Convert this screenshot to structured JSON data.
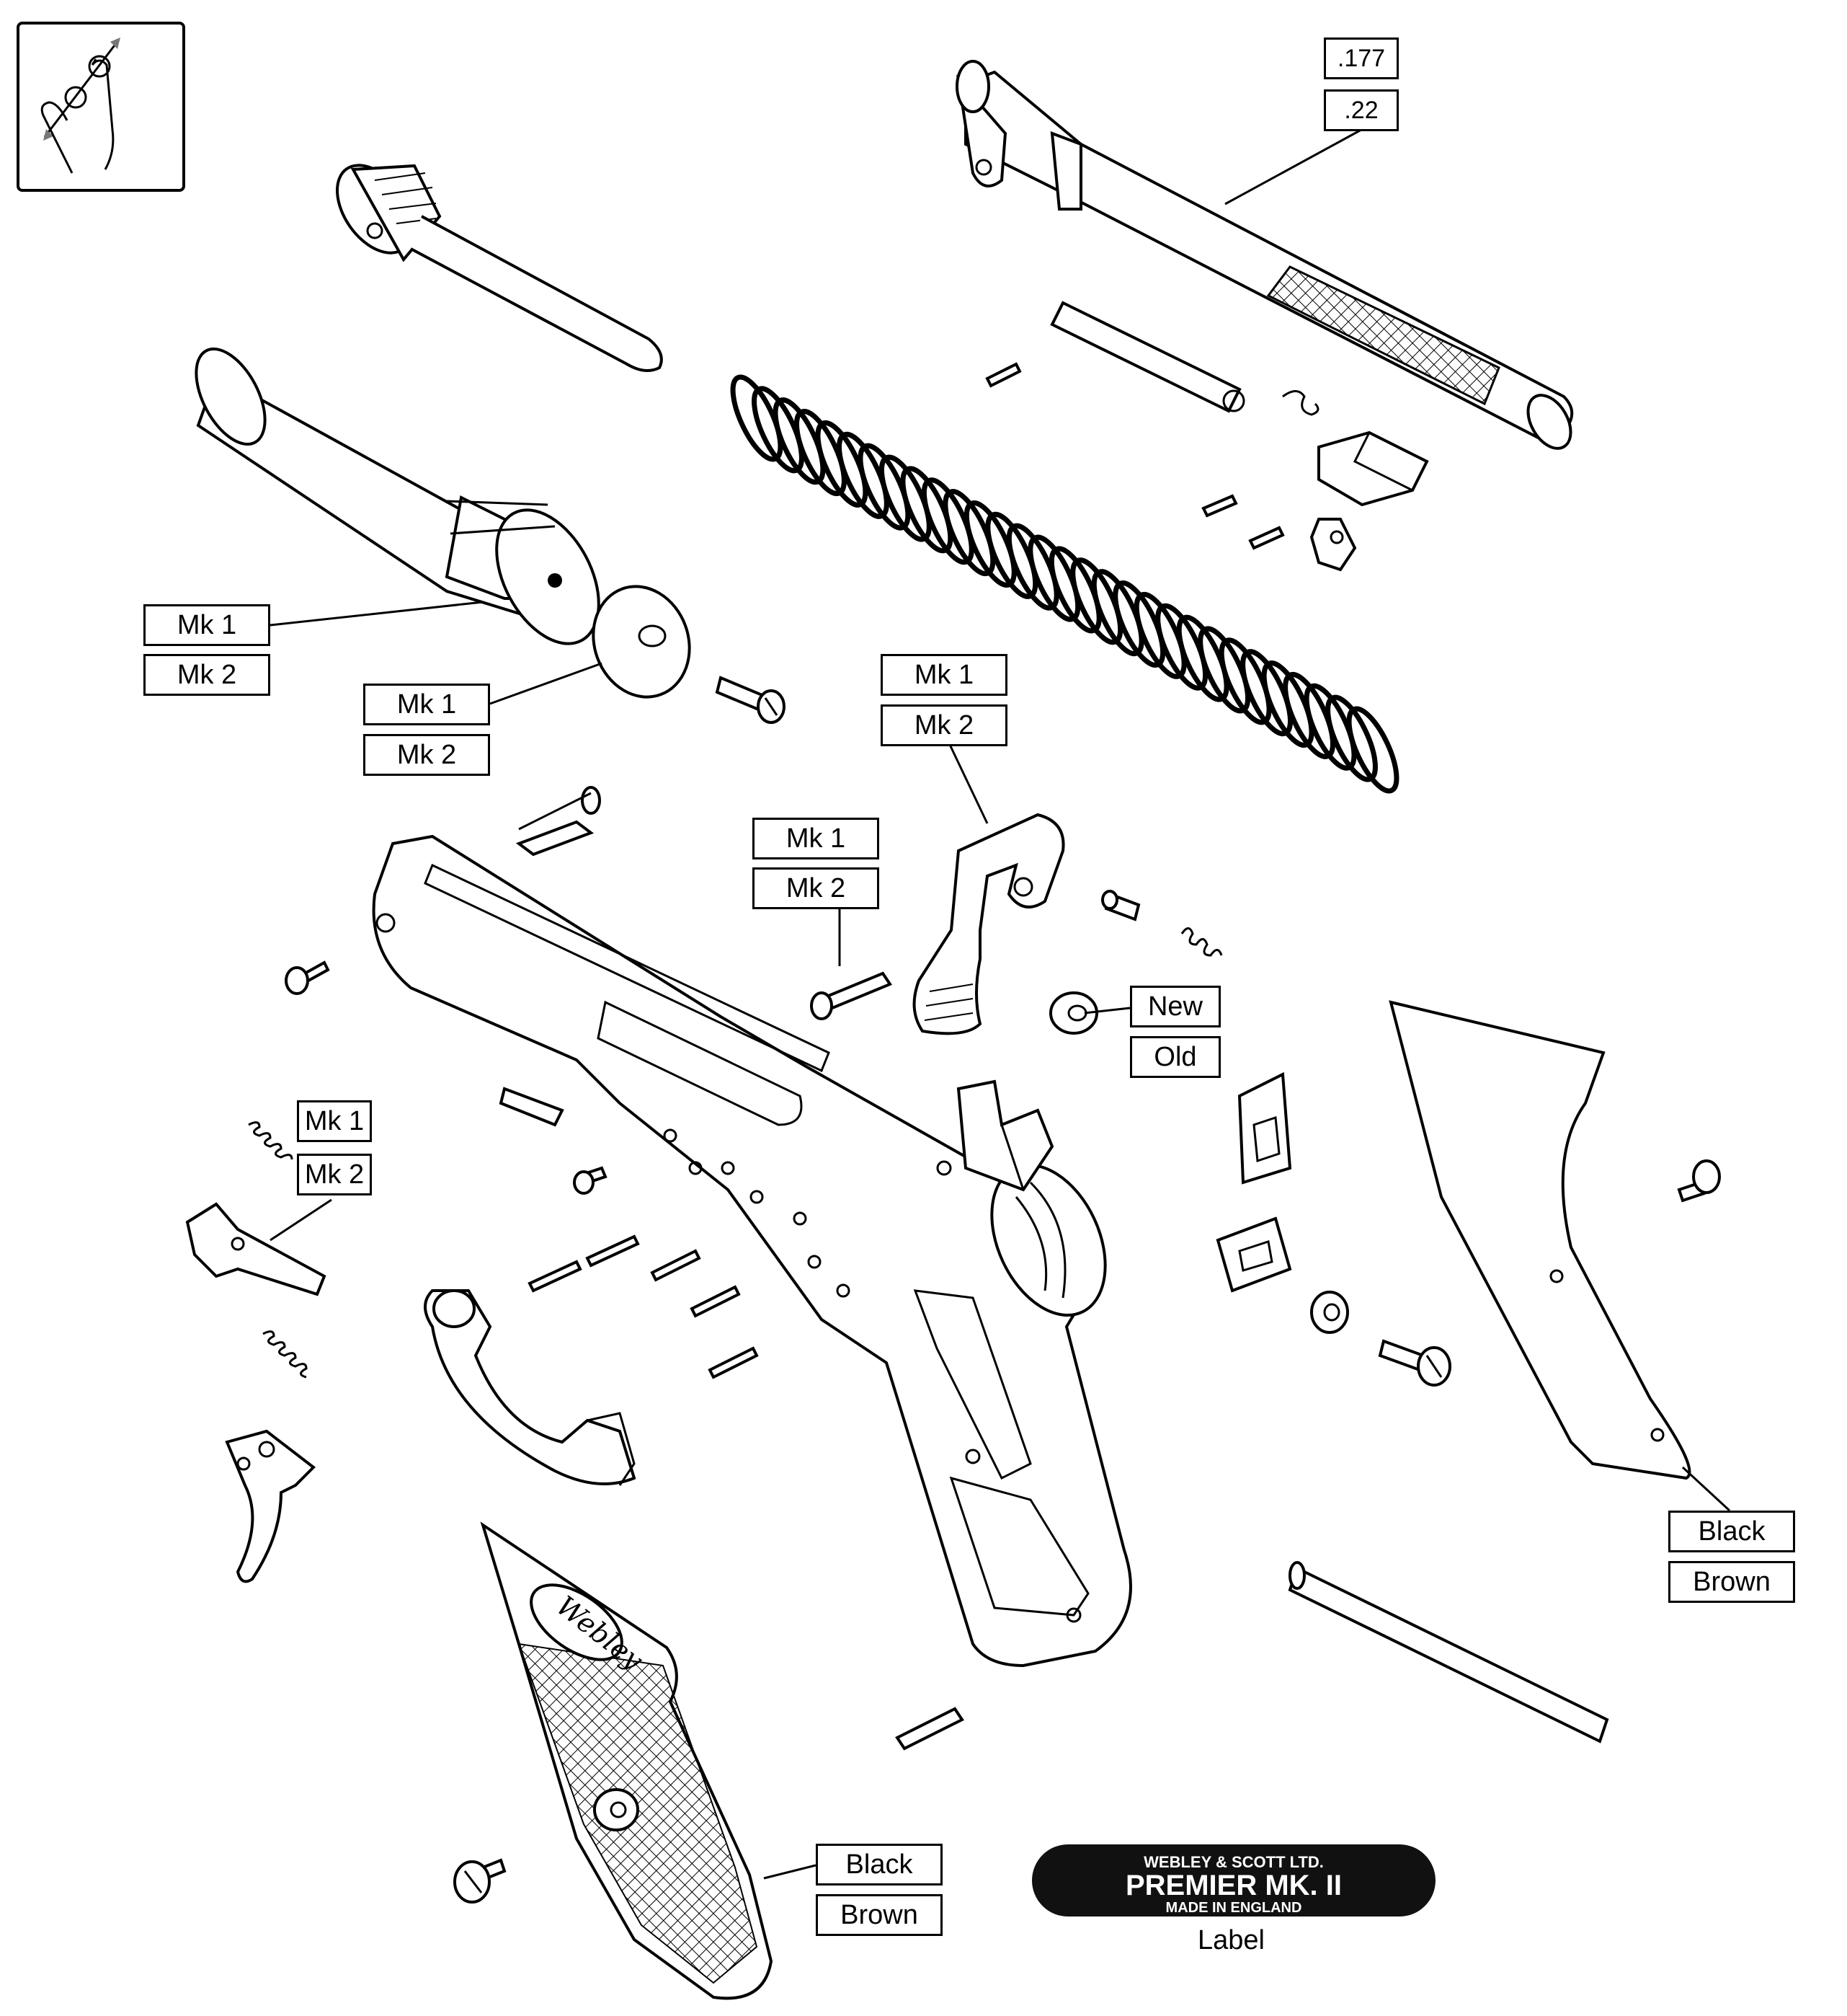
{
  "labels": {
    "barrel_177": ".177",
    "barrel_22": ".22",
    "piston_mk1": "Mk 1",
    "piston_mk2": "Mk 2",
    "washer_mk1": "Mk 1",
    "washer_mk2": "Mk 2",
    "cocking_lever_mk1": "Mk 1",
    "cocking_lever_mk2": "Mk 2",
    "pivot_screw_mk1": "Mk 1",
    "pivot_screw_mk2": "Mk 2",
    "sear_mk1": "Mk 1",
    "sear_mk2": "Mk 2",
    "bush_new": "New",
    "bush_old": "Old",
    "right_grip_black": "Black",
    "right_grip_brown": "Brown",
    "left_grip_black": "Black",
    "left_grip_brown": "Brown"
  },
  "name_plate": {
    "line1": "WEBLEY & SCOTT LTD.",
    "line2": "PREMIER  MK. II",
    "line3": "MADE IN ENGLAND",
    "caption": "Label"
  },
  "grip_logo": "Webley",
  "icons": {
    "zoom_gesture": "pinch-zoom-icon"
  },
  "colors": {
    "ink": "#000000",
    "paper": "#ffffff",
    "plate": "#111111"
  }
}
